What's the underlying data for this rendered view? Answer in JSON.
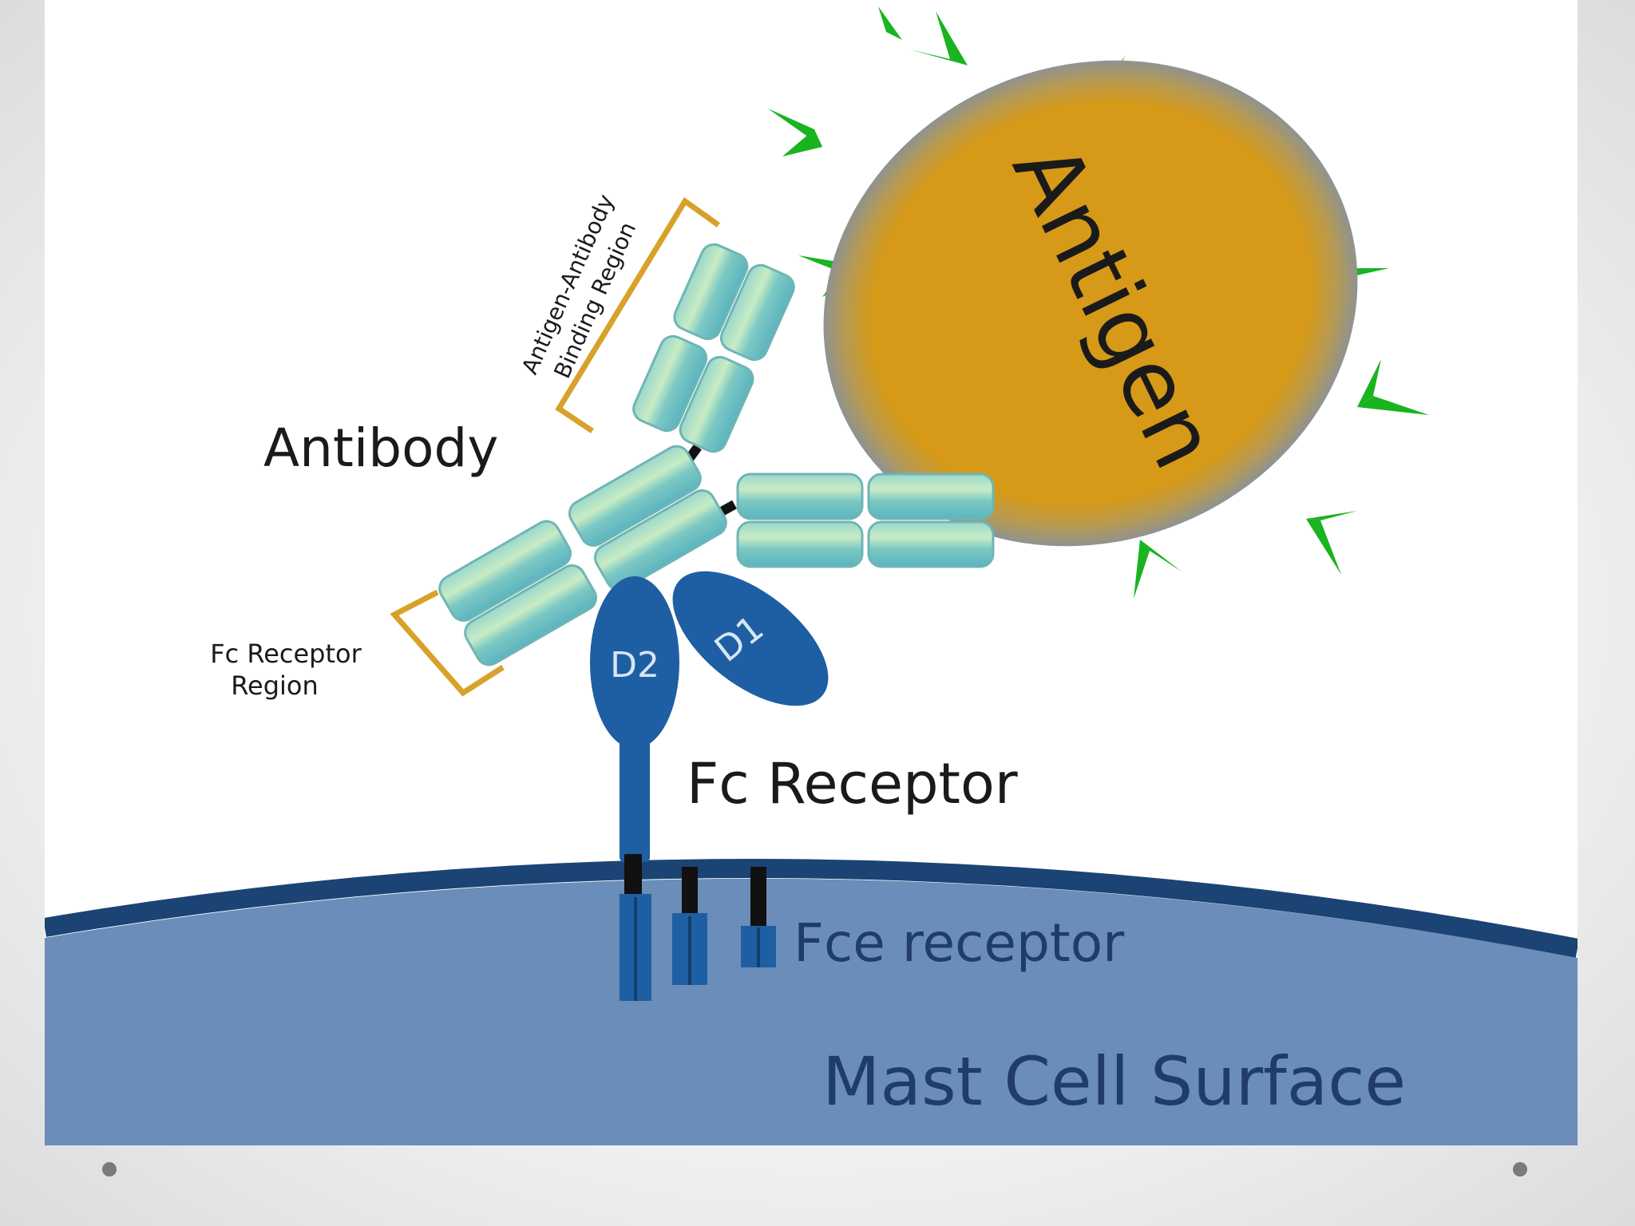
{
  "labels": {
    "antigen": "Antigen",
    "antibody": "Antibody",
    "binding_region_line1": "Antigen-Antibody",
    "binding_region_line2": "Binding Region",
    "fc_region_line1": "Fc Receptor",
    "fc_region_line2": "Region",
    "d1": "D1",
    "d2": "D2",
    "fc_receptor": "Fc Receptor",
    "fce_receptor": "Fce receptor",
    "mast_cell_surface": "Mast Cell Surface"
  },
  "colors": {
    "antigen_fill": "#d49a1a",
    "antigen_rim": "#8f9290",
    "spikes": "#19b41f",
    "antibody_segment": "#8fd6c6",
    "bracket": "#d8a12a",
    "receptor": "#1e5fa3",
    "cell_surface": "#6a8db9",
    "membrane": "#1b4474"
  }
}
